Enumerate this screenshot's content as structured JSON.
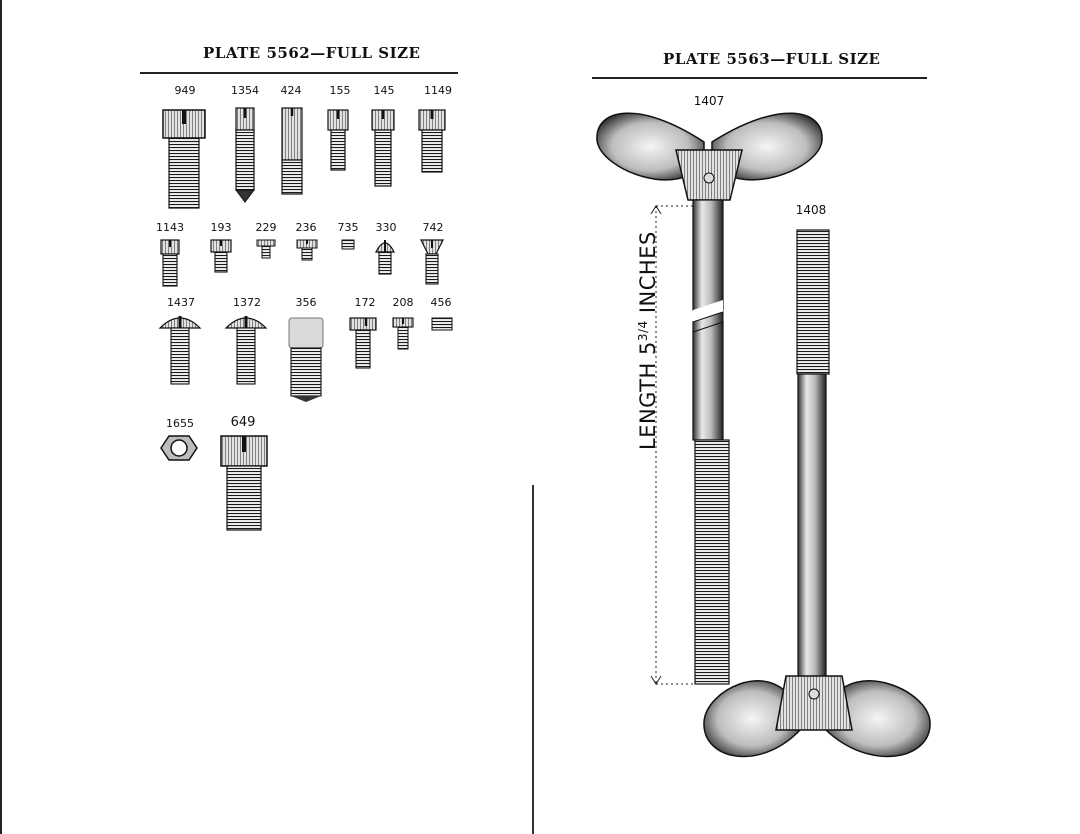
{
  "left_plate": {
    "title": "PLATE 5562—FULL SIZE",
    "rows": [
      [
        "949",
        "1354",
        "424",
        "155",
        "145",
        "1149"
      ],
      [
        "1143",
        "193",
        "229",
        "236",
        "735",
        "330",
        "742"
      ],
      [
        "1437",
        "1372",
        "356",
        "172",
        "208",
        "456"
      ],
      [
        "1655",
        "649"
      ]
    ]
  },
  "right_plate": {
    "title": "PLATE 5563—FULL SIZE",
    "items": [
      "1407",
      "1408"
    ],
    "measurement": {
      "prefix": "LENGTH 5",
      "fraction": "3/4",
      "suffix": " INCHES"
    }
  }
}
